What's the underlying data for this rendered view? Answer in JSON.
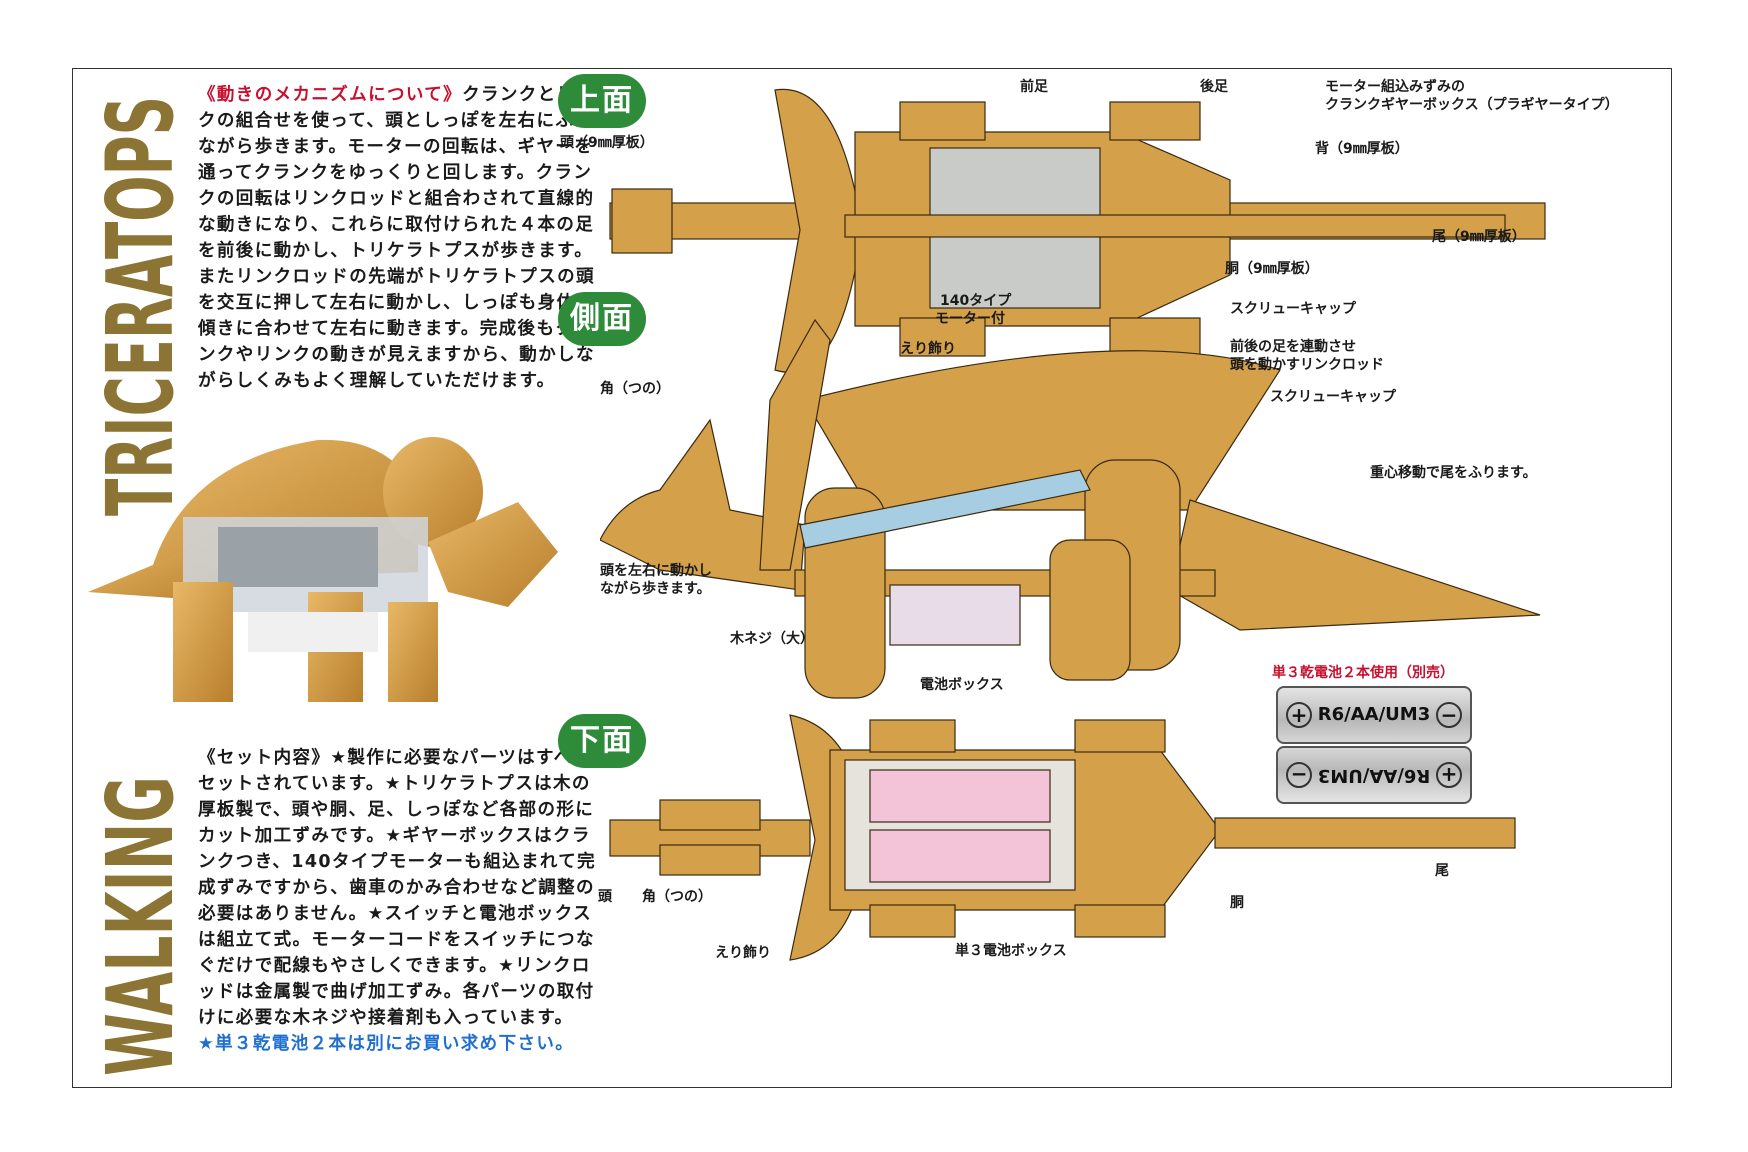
{
  "title": {
    "line1": "WALKING",
    "line2": "TRICERATOPS"
  },
  "mechanism": {
    "heading": "《動きのメカニズムについて》",
    "body": "クランクとリンクの組合せを使って、頭としっぽを左右にふりながら歩きます。モーターの回転は、ギヤーを通ってクランクをゆっくりと回します。クランクの回転はリンクロッドと組合わされて直線的な動きになり、これらに取付けられた４本の足を前後に動かし、トリケラトプスが歩きます。またリンクロッドの先端がトリケラトプスの頭を交互に押して左右に動かし、しっぽも身体の傾きに合わせて左右に動きます。完成後もクランクやリンクの動きが見えますから、動かしながらしくみもよく理解していただけます。"
  },
  "set_contents": {
    "heading": "《セット内容》",
    "body": "★製作に必要なパーツはすべてセットされています。★トリケラトプスは木の厚板製で、頭や胴、足、しっぽなど各部の形にカット加工ずみです。★ギヤーボックスはクランクつき、140タイプモーターも組込まれて完成ずみですから、歯車のかみ合わせなど調整の必要はありません。★スイッチと電池ボックスは組立て式。モーターコードをスイッチにつなぐだけで配線もやさしくできます。★リンクロッドは金属製で曲げ加工ずみ。各パーツの取付けに必要な木ネジや接着剤も入っています。",
    "note": "★単３乾電池２本は別にお買い求め下さい。"
  },
  "top_view": {
    "badge": "上面",
    "labels": {
      "front_leg": "前足",
      "rear_leg": "後足",
      "gearbox_1": "モーター組込みずみの",
      "gearbox_2": "クランクギヤーボックス（プラギヤータイプ）",
      "head": "頭（9㎜厚板）",
      "back": "背（9㎜厚板）",
      "tail": "尾（9㎜厚板）",
      "body": "胴（9㎜厚板）",
      "motor_1": "140タイプ",
      "motor_2": "モーター付",
      "screw_cap": "スクリューキャップ"
    }
  },
  "side_view": {
    "badge": "側面",
    "labels": {
      "frill": "えり飾り",
      "link_1": "前後の足を連動させ",
      "link_2": "頭を動かすリンクロッド",
      "horn": "角（つの）",
      "screw_cap": "スクリューキャップ",
      "tail_swing": "重心移動で尾をふります。",
      "head_move_1": "頭を左右に動かし",
      "head_move_2": "ながら歩きます。",
      "wood_screw": "木ネジ（大）",
      "battery_box": "電池ボックス"
    }
  },
  "bottom_view": {
    "badge": "下面",
    "labels": {
      "batteries_needed": "単３乾電池２本使用（別売）",
      "head": "頭",
      "horn": "角（つの）",
      "frill": "えり飾り",
      "battery_box": "単３電池ボックス",
      "body": "胴",
      "tail": "尾"
    },
    "battery_1": "R6/AA/UM3",
    "battery_2": "R6/AA/UM3"
  },
  "colors": {
    "wood": "#d4a04a",
    "wood_dark": "#a8772a",
    "title": "#8b7434",
    "badge": "#2e8b3a",
    "red": "#c8102e",
    "blue": "#1f6fd1",
    "battery_pink": "#f3c4d8"
  }
}
